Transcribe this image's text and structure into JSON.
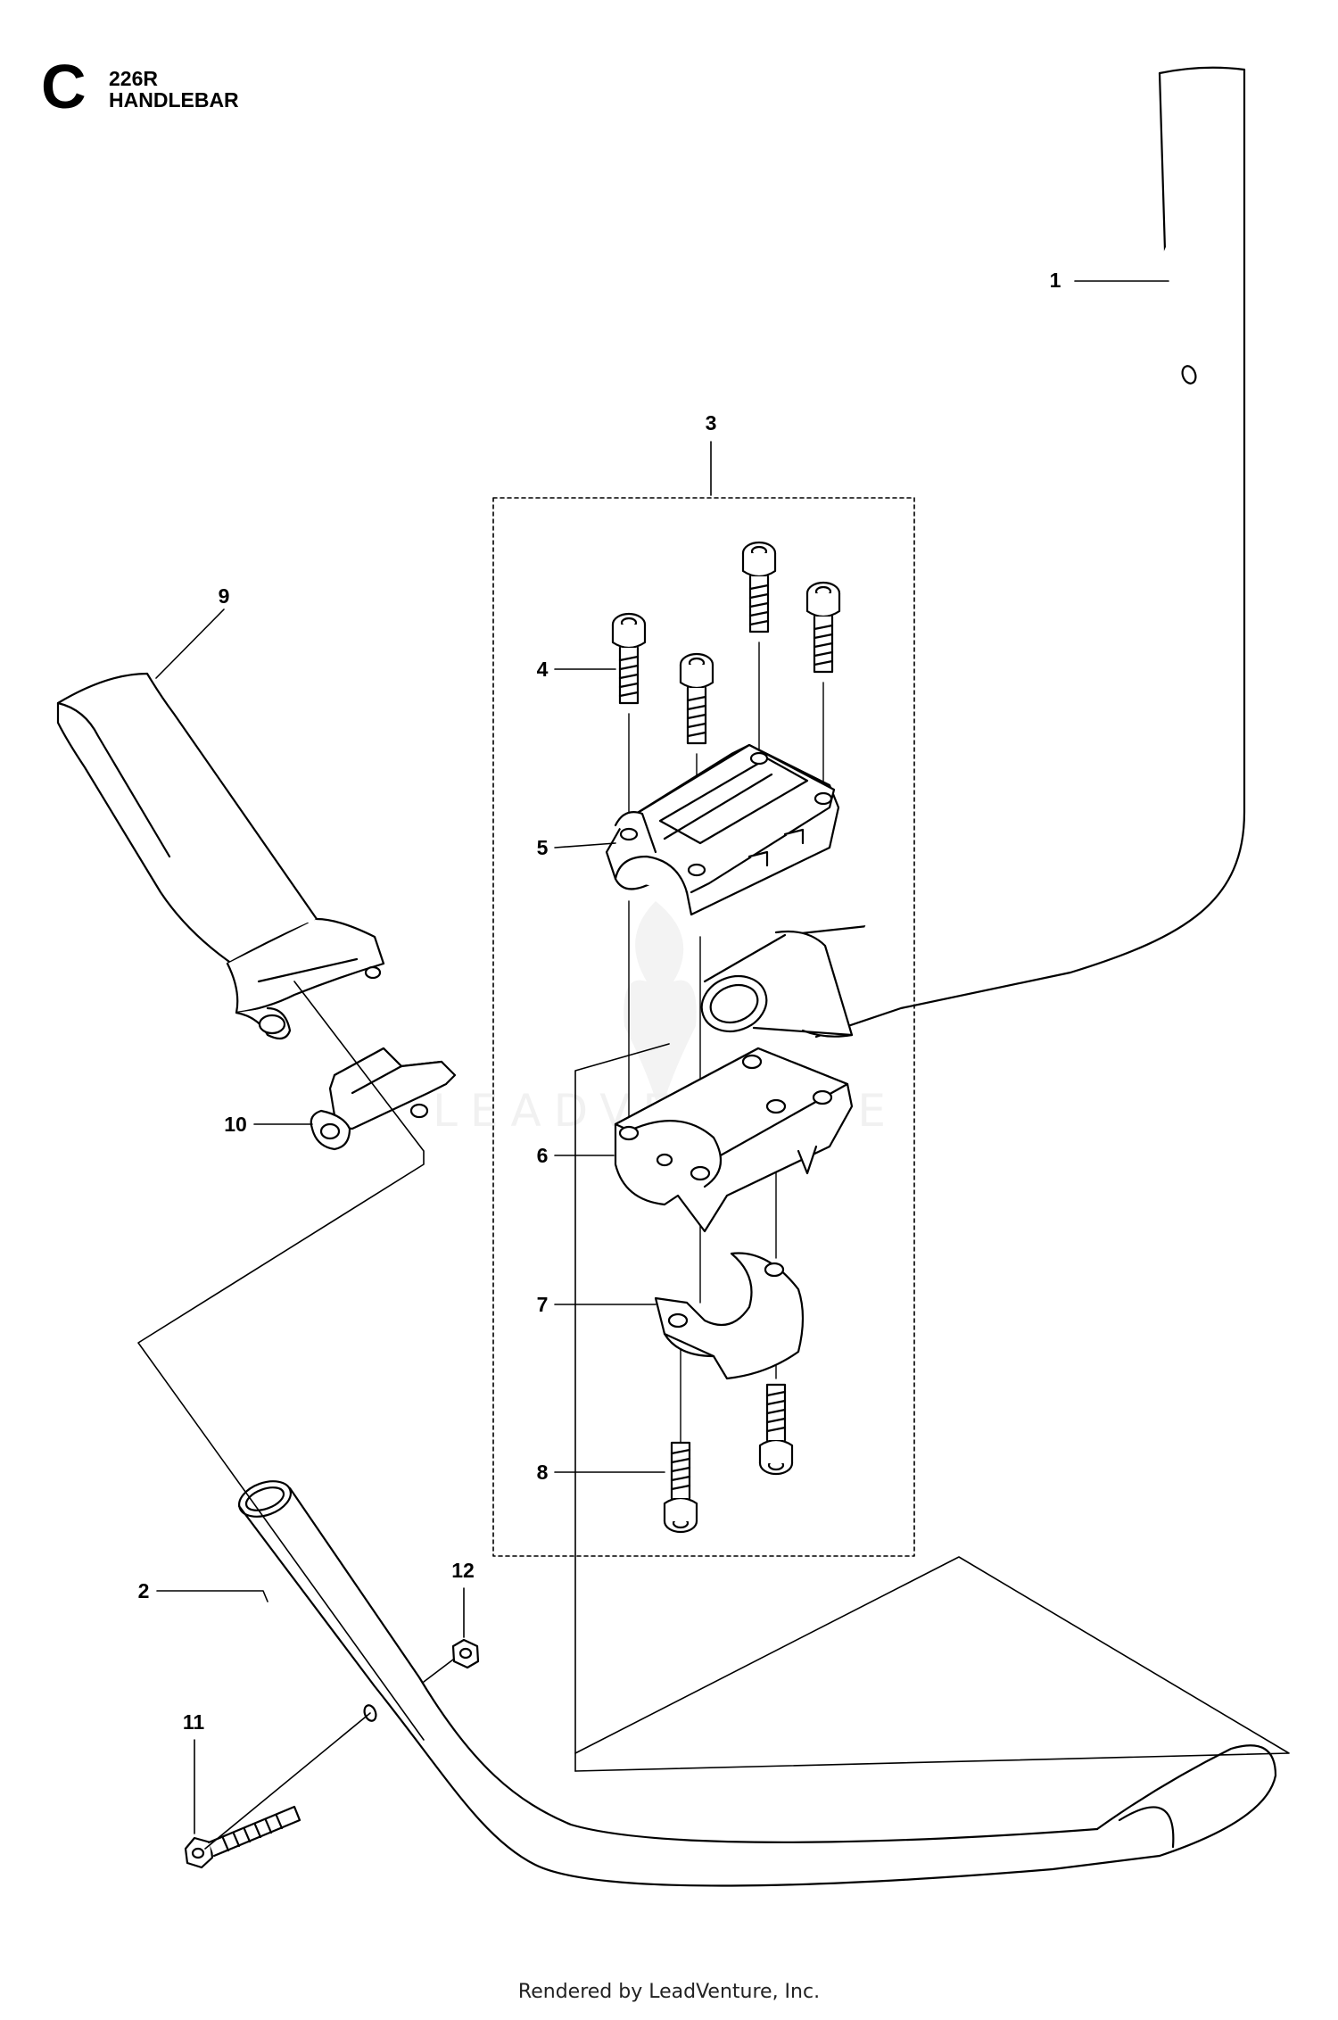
{
  "header": {
    "section_letter": "C",
    "model": "226R",
    "title": "HANDLEBAR"
  },
  "watermark": "LEADVENTURE",
  "footer": "Rendered by LeadVenture, Inc.",
  "callouts": [
    "1",
    "2",
    "3",
    "4",
    "5",
    "6",
    "7",
    "8",
    "9",
    "10",
    "11",
    "12"
  ]
}
